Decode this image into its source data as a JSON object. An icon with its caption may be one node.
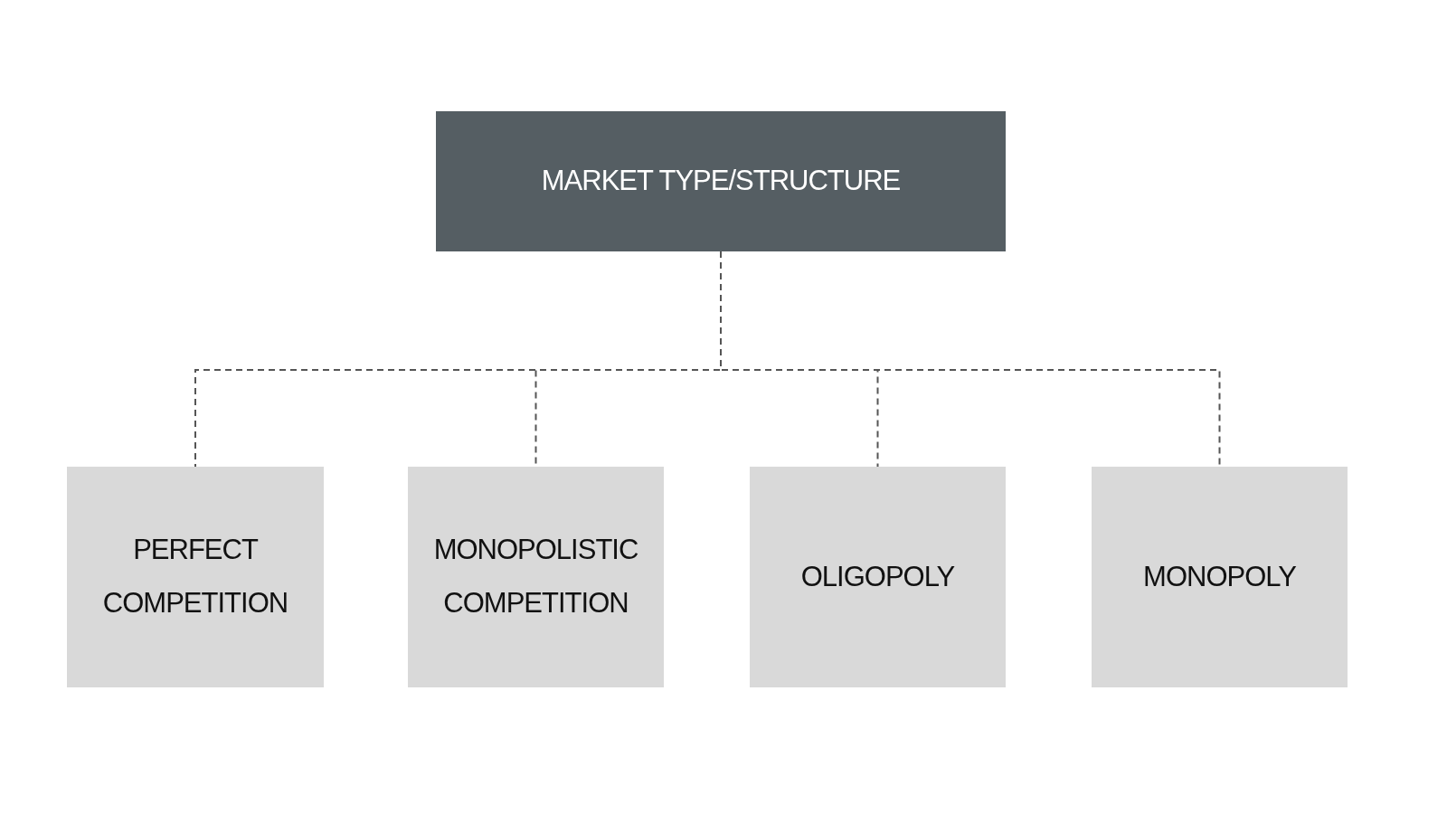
{
  "diagram": {
    "nodes": [
      {
        "text": [
          "MARKET TYPE/STRUCTURE"
        ]
      },
      {
        "text": [
          "PERFECT COMPETITION"
        ]
      },
      {
        "text": [
          "MONOPOLISTIC COMPETITION"
        ]
      },
      {
        "text": [
          "OLIGOPOLY"
        ]
      },
      {
        "text": [
          "MONOPOLY"
        ]
      }
    ],
    "edges": [
      {
        "from": 0,
        "to": 1,
        "arrow": "none",
        "style": "dashed"
      },
      {
        "from": 0,
        "to": 2,
        "arrow": "none",
        "style": "dashed"
      },
      {
        "from": 0,
        "to": 3,
        "arrow": "none",
        "style": "dashed"
      },
      {
        "from": 0,
        "to": 4,
        "arrow": "none",
        "style": "dashed"
      }
    ]
  }
}
